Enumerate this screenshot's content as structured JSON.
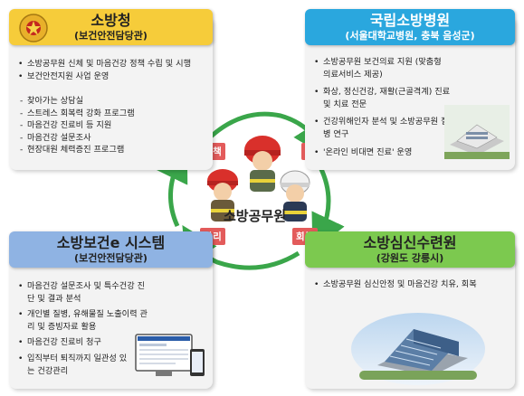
{
  "center": {
    "title": "소방공무원",
    "labels": {
      "policy": "정책",
      "treatment": "치료",
      "management": "관리",
      "recovery": "회복"
    }
  },
  "panels": {
    "top_left": {
      "title": "소방청",
      "subtitle": "(보건안전담당관)",
      "header_color": "#f6cc3a",
      "items": [
        "소방공무원 신체 및 마음건강 정책 수립 및 시행",
        "보건안전지원 사업 운영"
      ],
      "subitems": [
        "찾아가는 상담실",
        "스트레스 회복력 강화 프로그램",
        "마음건강 진료비 등 지원",
        "마음건강 설문조사",
        "현장대원 체력증진 프로그램"
      ]
    },
    "top_right": {
      "title": "국립소방병원",
      "subtitle": "(서울대학교병원, 충북 음성군)",
      "header_color": "#2aa7de",
      "items": [
        "소방공무원 보건의료 지원 (맞춤형 의료서비스 제공)",
        "화상, 정신건강, 재활(근골격계) 진료 및 치료 전문",
        "건강위해인자 분석 및 소방공무원 질병 연구",
        "'온라인 비대면 진료' 운영"
      ]
    },
    "bottom_left": {
      "title": "소방보건e 시스템",
      "subtitle": "(보건안전담당관)",
      "header_color": "#8fb3e3",
      "items": [
        "마음건강 설문조사 및 특수건강 진단 및 결과 분석",
        "개인별 질병, 유해물질 노출이력 관리 및 증빙자료 활용",
        "마음건강 진료비 청구",
        "입직부터 퇴직까지 일관성 있는 건강관리"
      ]
    },
    "bottom_right": {
      "title": "소방심신수련원",
      "subtitle": "(강원도 강릉시)",
      "header_color": "#7cc94f",
      "items": [
        "소방공무원 심신안정 및 마음건강 치유, 회복"
      ]
    }
  },
  "colors": {
    "arrow_green": "#3aa64a",
    "label_red": "#e35b5b",
    "panel_bg": "#f3f3f3"
  }
}
